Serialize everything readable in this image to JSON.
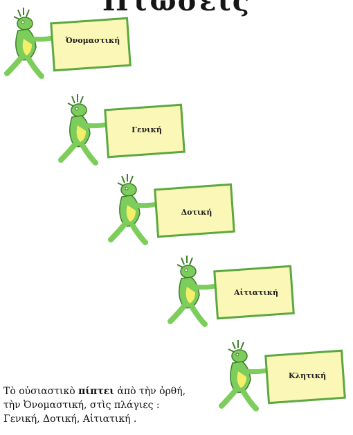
{
  "title": "Πτώσεις",
  "cases": [
    {
      "label": "Ὀνομαστική"
    },
    {
      "label": "Γενική"
    },
    {
      "label": "Δοτική"
    },
    {
      "label": "Αἰτιατική"
    },
    {
      "label": "Κλητική"
    }
  ],
  "caption": {
    "line1_before": "Τὸ οὐσιαστικὸ ",
    "line1_bold": "πίπτει",
    "line1_after": " ἀπὸ τὴν ὀρθή,",
    "line2": "τὴν Ὀνομαστική, στὶς πλάγιες :",
    "line3": "Γενική, Δοτική, Αἰτιατική ."
  },
  "colors": {
    "figure_green": "#7ccd5c",
    "figure_outline": "#3f7d2d",
    "figure_belly": "#f4ef6a",
    "sign_fill": "#fbf7b6",
    "sign_border": "#5aa83f"
  }
}
